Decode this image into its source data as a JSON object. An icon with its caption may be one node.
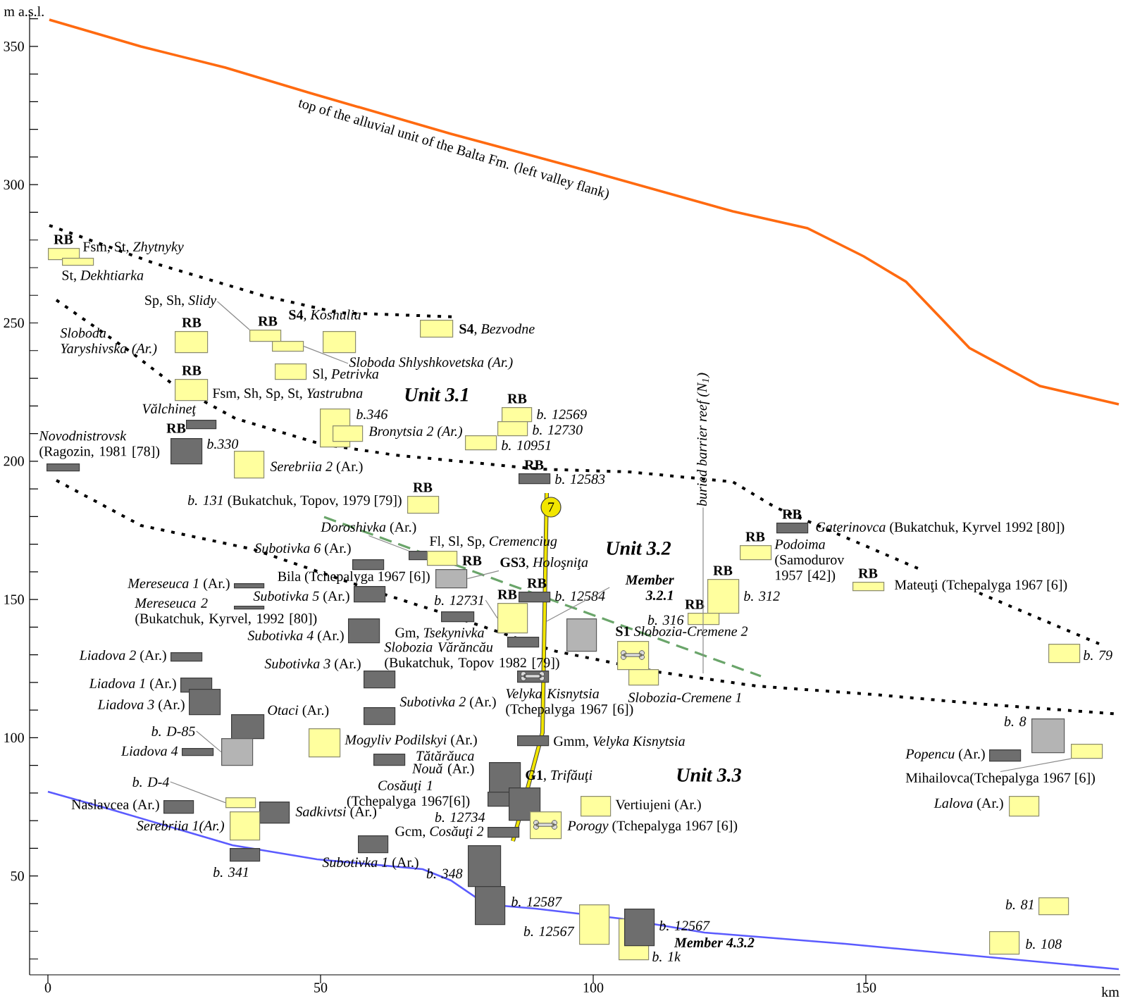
{
  "diagram": {
    "nodes": [
      {
        "text": [],
        "shape": "box",
        "beside": [
          "RB",
          "Fsm, St, *Zhytnyky*"
        ]
      },
      {
        "text": [],
        "shape": "box",
        "beside": [
          "St, *Dekhtiarka*"
        ]
      },
      {
        "text": [],
        "shape": "box",
        "beside": [
          "RB",
          "Sloboda Yaryshivska (Ar.)"
        ]
      },
      {
        "text": [],
        "shape": "box",
        "beside": [
          "RB"
        ]
      },
      {
        "text": [],
        "shape": "box"
      },
      {
        "text": [],
        "shape": "box",
        "beside": [
          "**S4**, *Koshulia*"
        ]
      },
      {
        "text": [],
        "shape": "box",
        "beside": [
          "Sl, *Petrivka*"
        ]
      },
      {
        "text": [],
        "shape": "box",
        "beside": [
          "RB",
          "Fsm, Sh, Sp, St, *Yastrubna*"
        ]
      },
      {
        "text": [],
        "shape": "box",
        "beside": [
          "Vălchineţ"
        ]
      },
      {
        "text": [],
        "shape": "box",
        "beside": [
          "RB",
          "b.330"
        ]
      },
      {
        "text": [],
        "shape": "box",
        "beside": [
          "*Novodnistrovsk* (Ragozin, 1981 [78])"
        ]
      },
      {
        "text": [],
        "shape": "box",
        "beside": [
          "*Serebriia 2* (Ar.)"
        ]
      },
      {
        "text": [],
        "shape": "box",
        "beside": [
          "b.346"
        ]
      },
      {
        "text": [],
        "shape": "box",
        "beside": [
          "Bronytsia 2 (Ar.)"
        ]
      },
      {
        "text": [],
        "shape": "box",
        "beside": [
          "**S4**, *Bezvodne*"
        ]
      },
      {
        "text": [],
        "shape": "box",
        "beside": [
          "RB",
          "b. 12569"
        ]
      },
      {
        "text": [],
        "shape": "box",
        "beside": [
          "b. 12730"
        ]
      },
      {
        "text": [],
        "shape": "box",
        "beside": [
          "b. 10951"
        ]
      },
      {
        "text": [],
        "shape": "box",
        "beside": [
          "RB",
          "b. 12583"
        ]
      },
      {
        "text": [],
        "shape": "box",
        "beside": [
          "RB",
          "*Gaterinovca* (Bukatchuk, Kyrvel 1992 [80])"
        ]
      },
      {
        "text": [],
        "shape": "box",
        "beside": [
          "RB",
          "*Podoima* (Samodurov 1957 [42])"
        ]
      },
      {
        "text": [],
        "shape": "box",
        "beside": [
          "RB",
          "Mateuţi (Tchepalyga 1967 [6])"
        ]
      },
      {
        "text": [],
        "shape": "box",
        "beside": [
          "b. 79"
        ]
      },
      {
        "text": [],
        "shape": "box",
        "beside": [
          "RB",
          "b. 312"
        ]
      },
      {
        "text": [],
        "shape": "box",
        "beside": [
          "RB",
          "b. 316"
        ]
      },
      {
        "text": [],
        "shape": "box",
        "beside": [
          "RB",
          "*b. 131* (Bukatchuk, Topov, 1979 [79])"
        ]
      },
      {
        "text": [],
        "shape": "box",
        "beside": [
          "*Subotivka 6* (Ar.)"
        ]
      },
      {
        "text": [],
        "shape": "box",
        "beside": [
          "*Mereseuca 1* (Ar.)"
        ]
      },
      {
        "text": [],
        "shape": "box",
        "beside": [
          "*Mereseuca 2* (Bukatchuk, Kyrvel, 1992 [80])"
        ]
      },
      {
        "text": [],
        "shape": "box",
        "beside": [
          "*Subotivka 5* (Ar.)"
        ]
      },
      {
        "text": [],
        "shape": "box",
        "beside": [
          "*Subotivka 4* (Ar.)"
        ]
      },
      {
        "text": [],
        "shape": "box",
        "beside": [
          "*Liadova 2* (Ar.)"
        ]
      },
      {
        "text": [],
        "shape": "box",
        "beside": [
          "*Liadova 1* (Ar.)"
        ]
      },
      {
        "text": [],
        "shape": "box",
        "beside": [
          "*Liadova 3* (Ar.)"
        ]
      },
      {
        "text": [],
        "shape": "box",
        "beside": [
          "*Subotivka 3* (Ar.)"
        ]
      },
      {
        "text": [],
        "shape": "box",
        "beside": [
          "*Otaci* (Ar.)"
        ]
      },
      {
        "text": [],
        "shape": "box"
      },
      {
        "text": [],
        "shape": "box",
        "beside": [
          "*Mogyliv Podilskyi* (Ar.)"
        ]
      },
      {
        "text": [],
        "shape": "box",
        "beside": [
          "*Subotivka 2* (Ar.)"
        ]
      },
      {
        "text": [],
        "shape": "box",
        "beside": [
          "Liadova 4"
        ]
      },
      {
        "text": [],
        "shape": "box"
      },
      {
        "text": [],
        "shape": "box",
        "beside": [
          "Fl, Sl, Sp, *Cremenciug*"
        ]
      },
      {
        "text": [],
        "shape": "box",
        "beside": [
          "RB",
          "Bila (Tchepalyga 1967 [6])"
        ]
      },
      {
        "text": [],
        "shape": "box",
        "beside": [
          "Gm, *Tsekynivka*"
        ]
      },
      {
        "text": [],
        "shape": "box",
        "beside": [
          "RB"
        ]
      },
      {
        "text": [],
        "shape": "box",
        "beside": [
          "RB",
          "b. 12584"
        ]
      },
      {
        "text": [],
        "shape": "box",
        "beside": [
          "*Slobozia Vărăncău* (Bukatchuk, Topov 1982 [79])"
        ]
      },
      {
        "text": [],
        "shape": "box"
      },
      {
        "text": [],
        "shape": "box",
        "beside": [
          "*Velyka Kisnytsia* (Tchepalyga 1967 [6])"
        ]
      },
      {
        "text": [],
        "shape": "box",
        "beside": [
          "**S1** *Slobozia-Cremene 2*"
        ]
      },
      {
        "text": [],
        "shape": "box",
        "beside": [
          "Slobozia-Cremene 1"
        ]
      },
      {
        "text": [],
        "shape": "box",
        "beside": [
          "Gmm, *Velyka Kisnytsia*"
        ]
      },
      {
        "text": [],
        "shape": "box",
        "beside": [
          "*Tătărăuca Nouă* (Ar.)"
        ]
      },
      {
        "text": [],
        "shape": "box",
        "beside": [
          "**G1**, *Trifăuţi*"
        ]
      },
      {
        "text": [],
        "shape": "box",
        "beside": [
          "*Cosăuţi 1* (Tchepalyga 1967[6])"
        ]
      },
      {
        "text": [],
        "shape": "box"
      },
      {
        "text": [],
        "shape": "box",
        "beside": [
          "*Porogy* (Tchepalyga 1967 [6])"
        ]
      },
      {
        "text": [],
        "shape": "box",
        "beside": [
          "b. 12734",
          "Gcm, *Cosăuţi 2*"
        ]
      },
      {
        "text": [],
        "shape": "box",
        "beside": [
          "Vertiujeni (Ar.)"
        ]
      },
      {
        "text": [],
        "shape": "box",
        "beside": [
          "*Subotivka 1* (Ar.)"
        ]
      },
      {
        "text": [],
        "shape": "box",
        "beside": [
          "Naslavcea (Ar.)"
        ]
      },
      {
        "text": [],
        "shape": "box"
      },
      {
        "text": [],
        "shape": "box",
        "beside": [
          "*Sadkivtsi* (Ar.)"
        ]
      },
      {
        "text": [],
        "shape": "box",
        "beside": [
          "Serebriia 1(Ar.)"
        ]
      },
      {
        "text": [],
        "shape": "box",
        "beside": [
          "b. 341"
        ]
      },
      {
        "text": [],
        "shape": "box",
        "beside": [
          "b. 348"
        ]
      },
      {
        "text": [],
        "shape": "box",
        "beside": [
          "b. 12587"
        ]
      },
      {
        "text": [],
        "shape": "box",
        "beside": [
          "b. 12567"
        ]
      },
      {
        "text": [],
        "shape": "box",
        "beside": [
          "b. 1k"
        ]
      },
      {
        "text": [],
        "shape": "box",
        "beside": [
          "b. 12567"
        ]
      },
      {
        "text": [],
        "shape": "box",
        "beside": [
          "*Popencu* (Ar.)"
        ]
      },
      {
        "text": [],
        "shape": "box",
        "beside": [
          "b. 8"
        ]
      },
      {
        "text": [],
        "shape": "box"
      },
      {
        "text": [],
        "shape": "box",
        "beside": [
          "*Lalova* (Ar.)"
        ]
      },
      {
        "text": [],
        "shape": "box",
        "beside": [
          "b. 81"
        ]
      },
      {
        "text": [],
        "shape": "box",
        "beside": [
          "b. 108"
        ]
      },
      {
        "text": [
          "Sp, Sh, *Slidy*"
        ]
      },
      {
        "text": [
          "Sloboda Shlyshkovetska (Ar.)"
        ]
      },
      {
        "text": [
          "*Doroshivka* (Ar.)"
        ]
      },
      {
        "text": [
          "**GS3**, *Holoşniţa*"
        ]
      },
      {
        "text": [
          "b. 12731"
        ]
      },
      {
        "text": [
          "Member 3.2.1"
        ]
      },
      {
        "text": [
          "b. D-85"
        ]
      },
      {
        "text": [
          "b. D-4"
        ]
      },
      {
        "text": [
          "Mihailovca(Tchepalyga 1967 [6])"
        ]
      },
      {
        "text": [
          "buried barrier reef (N$_{1}$)"
        ]
      },
      {
        "text": [
          "7"
        ]
      }
    ],
    "edges": [
      {
        "from": 76,
        "to": 3,
        "arrow": "none"
      },
      {
        "from": 77,
        "to": 4,
        "arrow": "none"
      },
      {
        "from": 78,
        "to": 40,
        "arrow": "none"
      },
      {
        "from": 79,
        "to": 42,
        "arrow": "none"
      },
      {
        "from": 80,
        "to": 44,
        "arrow": "none"
      },
      {
        "from": 81,
        "to": null,
        "arrow": "none"
      },
      {
        "from": 82,
        "to": 36,
        "arrow": "none"
      },
      {
        "from": 83,
        "to": 61,
        "arrow": "none"
      },
      {
        "from": 84,
        "to": 72,
        "arrow": "none"
      },
      {
        "from": 85,
        "to": null,
        "arrow": "none"
      }
    ],
    "labels": [
      "m a.s.l.",
      "350",
      "300",
      "250",
      "200",
      "150",
      "100",
      "50",
      "top of the alluvial unit of the Balta Fm. (left valley flank)",
      "Unit 3.1",
      "Unit 3.2",
      "Unit 3.3",
      "Member 4.3.2",
      "0",
      "50",
      "100",
      "150",
      "km"
    ]
  }
}
